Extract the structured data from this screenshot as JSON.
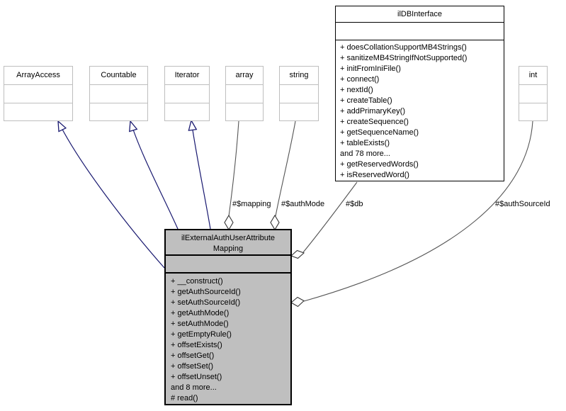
{
  "diagram": {
    "kind": "uml-collaboration-diagram",
    "colors": {
      "inheritance_edge": "#191970",
      "usage_edge": "#555555",
      "center_node_fill": "#bfbfbf",
      "node_fill": "#ffffff",
      "outer_node_border": "#bebebe",
      "documented_node_border": "#000000"
    }
  },
  "nodes": {
    "array_access": {
      "title": "ArrayAccess"
    },
    "countable": {
      "title": "Countable"
    },
    "iterator": {
      "title": "Iterator"
    },
    "array": {
      "title": "array"
    },
    "string": {
      "title": "string"
    },
    "int": {
      "title": "int"
    },
    "ildbinterface": {
      "title": "ilDBInterface",
      "methods": [
        "+ doesCollationSupportMB4Strings()",
        "+ sanitizeMB4StringIfNotSupported()",
        "+ initFromIniFile()",
        "+ connect()",
        "+ nextId()",
        "+ createTable()",
        "+ addPrimaryKey()",
        "+ createSequence()",
        "+ getSequenceName()",
        "+ tableExists()",
        "and 78 more...",
        "+ getReservedWords()",
        "+ isReservedWord()"
      ]
    },
    "mapping": {
      "title_line1": "ilExternalAuthUserAttribute",
      "title_line2": "Mapping",
      "methods": [
        "+ __construct()",
        "+ getAuthSourceId()",
        "+ setAuthSourceId()",
        "+ getAuthMode()",
        "+ setAuthMode()",
        "+ getEmptyRule()",
        "+ offsetExists()",
        "+ offsetGet()",
        "+ offsetSet()",
        "+ offsetUnset()",
        "and 8 more...",
        "# read()"
      ]
    }
  },
  "edges": {
    "mapping_label": "#$mapping",
    "auth_mode_label": "#$authMode",
    "db_label": "#$db",
    "auth_source_id_label": "#$authSourceId"
  }
}
